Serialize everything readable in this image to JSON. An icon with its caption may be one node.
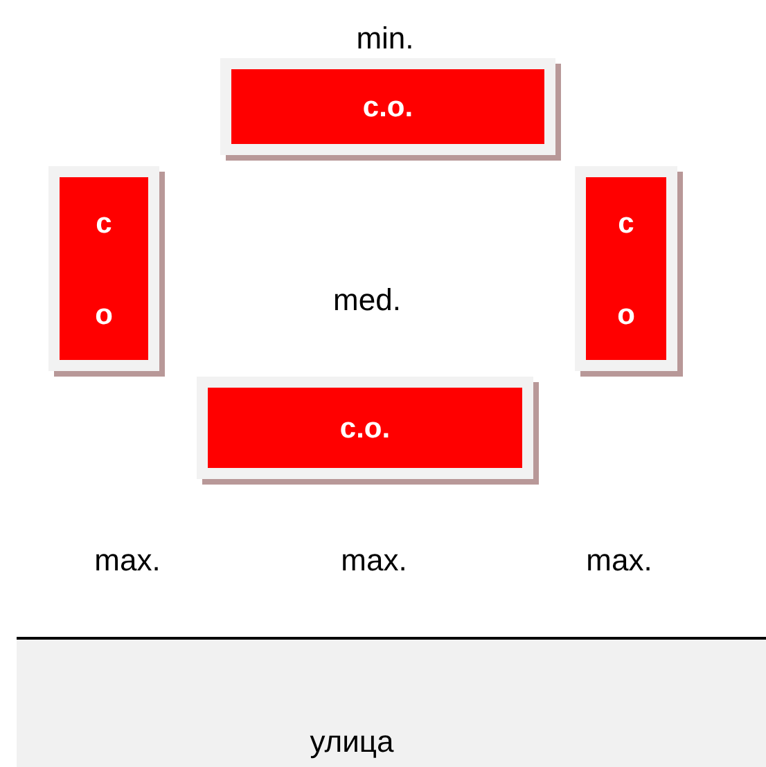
{
  "diagram": {
    "nodes": [
      {
        "text": [
          "c.o."
        ]
      },
      {
        "text": [
          "c",
          "o"
        ]
      },
      {
        "text": [
          "c",
          "o"
        ]
      },
      {
        "text": [
          "c.o."
        ]
      },
      {
        "text": [
          "улица"
        ]
      }
    ],
    "labels": [
      "min.",
      "med.",
      "max.",
      "max.",
      "max."
    ]
  }
}
